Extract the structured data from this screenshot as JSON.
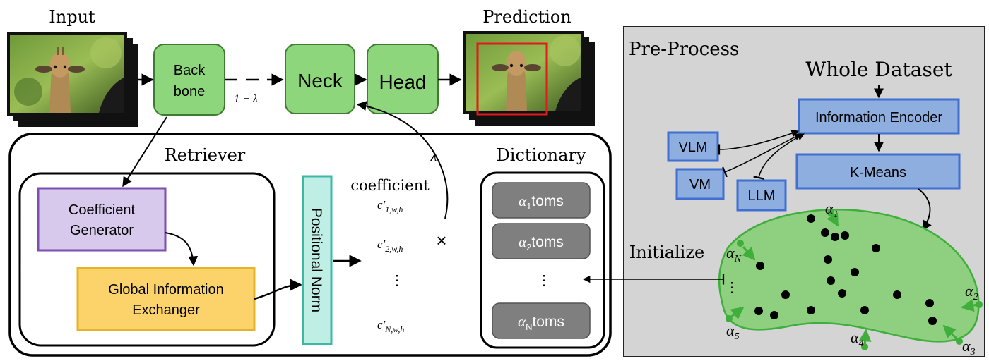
{
  "colors": {
    "green_box": "#8ed67c",
    "green_stroke": "#3f7a33",
    "purple_box": "#d7c9ec",
    "purple_stroke": "#7e4fb0",
    "yellow_box": "#fcd36b",
    "yellow_stroke": "#e5b32a",
    "teal_box": "#bfeee5",
    "teal_stroke": "#3cb8a6",
    "blue_box": "#8faee0",
    "blue_stroke": "#3f6fd1",
    "gray_panel": "#d4d4d4",
    "atom_box": "#7f7f7f",
    "blob_fill": "#8fcf80",
    "blob_stroke": "#3fae3a",
    "green_arrow": "#3fae3a"
  },
  "left": {
    "input_label": "Input",
    "prediction_label": "Prediction",
    "backbone_lines": [
      "Back",
      "bone"
    ],
    "neck_label": "Neck",
    "head_label": "Head",
    "one_minus_lambda": "1 − λ",
    "lambda": "λ",
    "retriever_label": "Retriever",
    "dictionary_label": "Dictionary",
    "coeff_gen_lines": [
      "Coefficient",
      "Generator"
    ],
    "gie_lines": [
      "Global Information",
      "Exchanger"
    ],
    "positional_norm": "Positional Norm",
    "coefficient_label": "coefficient",
    "coefficients": [
      {
        "base": "c′",
        "sub": "1,w,h"
      },
      {
        "base": "c′",
        "sub": "2,w,h"
      },
      {
        "base": "c′",
        "sub": "N,w,h"
      }
    ],
    "vdots": "⋮",
    "times": "×",
    "atoms": [
      {
        "alpha": "α",
        "sub": "1",
        "suffix": "toms"
      },
      {
        "alpha": "α",
        "sub": "2",
        "suffix": "toms"
      },
      {
        "alpha": "α",
        "sub": "N",
        "suffix": "toms"
      }
    ]
  },
  "right": {
    "preprocess_label": "Pre-Process",
    "whole_dataset": "Whole Dataset",
    "info_encoder": "Information Encoder",
    "kmeans": "K-Means",
    "vlm": "VLM",
    "vm": "VM",
    "llm": "LLM",
    "initialize": "Initialize",
    "cluster_labels": [
      {
        "alpha": "α",
        "sub": "1"
      },
      {
        "alpha": "α",
        "sub": "N"
      },
      {
        "alpha": "α",
        "sub": "2"
      },
      {
        "alpha": "α",
        "sub": "5"
      },
      {
        "alpha": "α",
        "sub": "4"
      },
      {
        "alpha": "α",
        "sub": "3"
      }
    ],
    "vdots": "⋮"
  }
}
